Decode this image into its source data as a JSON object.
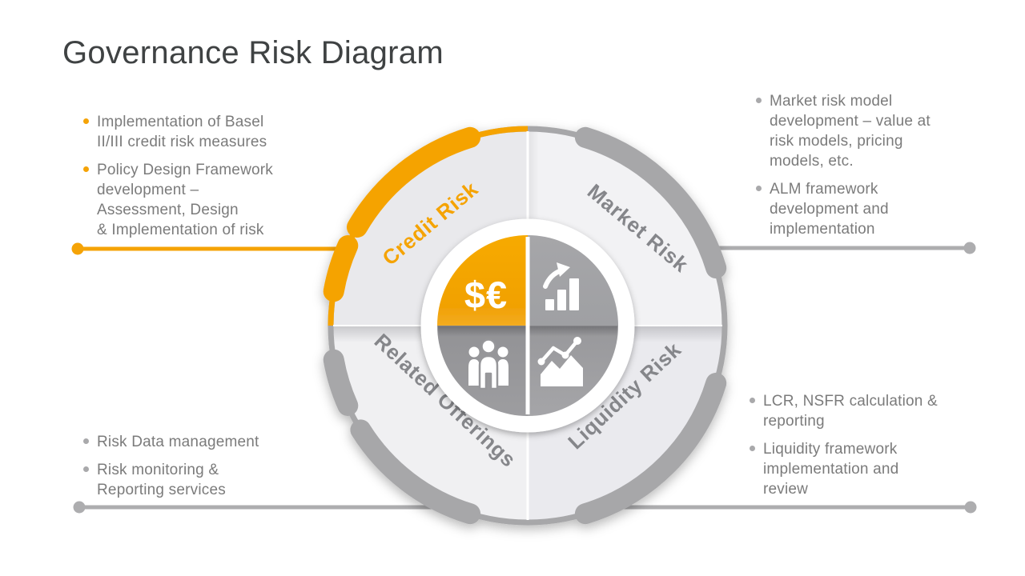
{
  "title": "Governance Risk Diagram",
  "colors": {
    "accent": "#F5A306",
    "arc_gray": "#A7A7A9",
    "line_gray": "#ADADAF",
    "bullet_gray": "#A9A9AB",
    "text_gray": "#7B7B7B",
    "title_gray": "#3F4243",
    "label_gray": "#85868A"
  },
  "diagram": {
    "segments": [
      {
        "id": "credit",
        "label": "Credit Risk",
        "accent": true,
        "icon": "dollar-euro-icon"
      },
      {
        "id": "market",
        "label": "Market Risk",
        "accent": false,
        "icon": "bar-chart-growth-icon"
      },
      {
        "id": "related",
        "label": "Related Offerings",
        "accent": false,
        "icon": "people-team-icon"
      },
      {
        "id": "liquidity",
        "label": "Liquidity Risk",
        "accent": false,
        "icon": "trend-line-area-icon"
      }
    ],
    "center_symbol": "$€"
  },
  "callouts": {
    "credit": {
      "items": [
        {
          "text": "Implementation of Basel\nII/III credit risk measures"
        },
        {
          "text": "Policy Design Framework\ndevelopment –\nAssessment, Design\n& Implementation of risk"
        }
      ]
    },
    "market": {
      "items": [
        {
          "text": "Market risk model\ndevelopment – value at\nrisk models, pricing\nmodels, etc."
        },
        {
          "text": "ALM framework\ndevelopment and\nimplementation"
        }
      ]
    },
    "related": {
      "items": [
        {
          "text": "Risk Data management"
        },
        {
          "text": "Risk monitoring &\nReporting services"
        }
      ]
    },
    "liquidity": {
      "items": [
        {
          "text": "LCR, NSFR calculation &\nreporting"
        },
        {
          "text": "Liquidity framework\nimplementation and\nreview"
        }
      ]
    }
  }
}
